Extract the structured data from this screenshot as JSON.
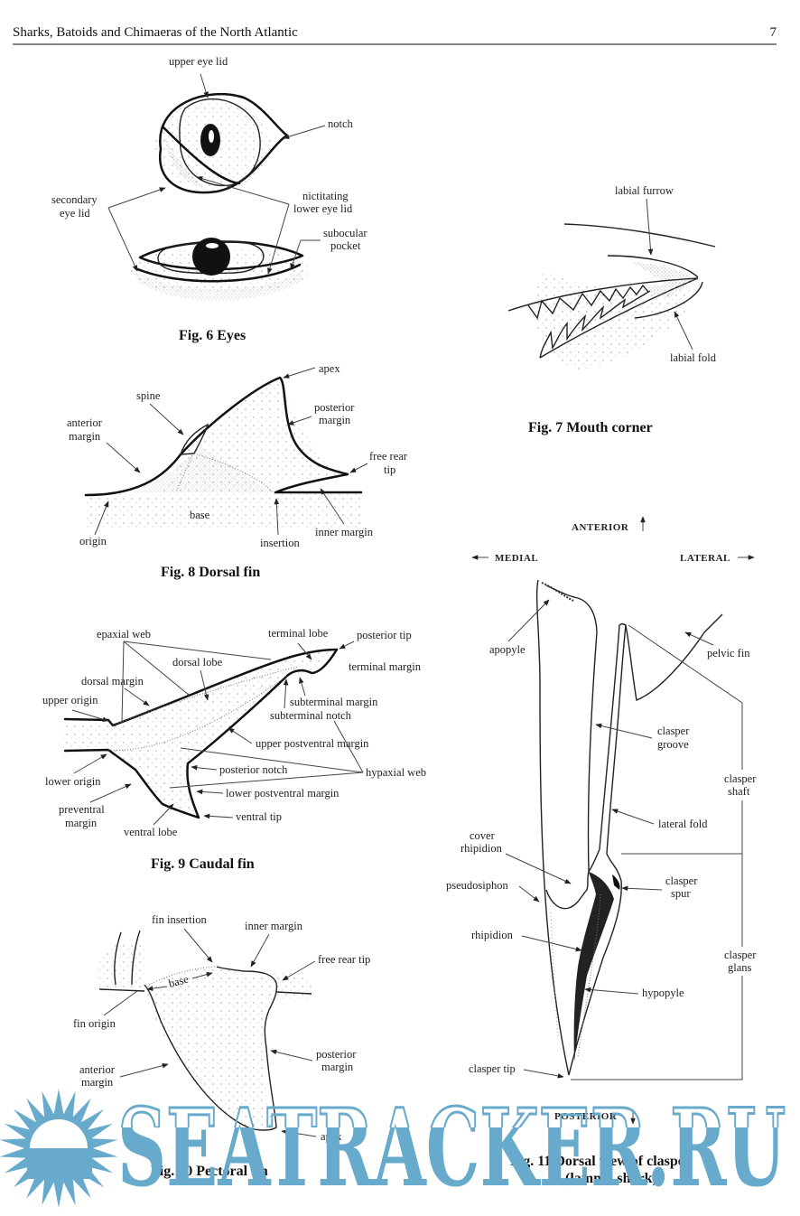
{
  "header": {
    "running_title": "Sharks, Batoids and Chimaeras of the North Atlantic",
    "page_number": "7"
  },
  "fig6": {
    "caption": "Fig. 6 Eyes",
    "labels": {
      "upper_eye_lid": "upper eye lid",
      "notch": "notch",
      "secondary_eye_lid_1": "secondary",
      "secondary_eye_lid_2": "eye lid",
      "nictitating_1": "nictitating",
      "nictitating_2": "lower eye lid",
      "subocular_1": "subocular",
      "subocular_2": "pocket"
    }
  },
  "fig7": {
    "caption": "Fig. 7 Mouth corner",
    "labels": {
      "labial_furrow": "labial furrow",
      "labial_fold": "labial fold"
    }
  },
  "fig8": {
    "caption": "Fig. 8 Dorsal fin",
    "labels": {
      "apex": "apex",
      "spine": "spine",
      "posterior_margin_1": "posterior",
      "posterior_margin_2": "margin",
      "anterior_margin_1": "anterior",
      "anterior_margin_2": "margin",
      "free_rear_tip_1": "free rear",
      "free_rear_tip_2": "tip",
      "base": "base",
      "origin": "origin",
      "insertion": "insertion",
      "inner_margin": "inner margin"
    }
  },
  "fig9": {
    "caption": "Fig. 9 Caudal fin",
    "labels": {
      "epaxial_web": "epaxial web",
      "terminal_lobe": "terminal lobe",
      "posterior_tip": "posterior tip",
      "dorsal_lobe": "dorsal lobe",
      "terminal_margin": "terminal margin",
      "dorsal_margin": "dorsal margin",
      "upper_origin": "upper origin",
      "subterminal_margin": "subterminal margin",
      "subterminal_notch": "subterminal notch",
      "upper_postventral_margin": "upper postventral margin",
      "lower_origin": "lower origin",
      "posterior_notch": "posterior notch",
      "hypaxial_web": "hypaxial web",
      "preventral_margin_1": "preventral",
      "preventral_margin_2": "margin",
      "lower_postventral_margin": "lower postventral margin",
      "ventral_tip": "ventral tip",
      "ventral_lobe": "ventral lobe"
    }
  },
  "fig10": {
    "caption": "Fig. 10 Pectoral fin",
    "labels": {
      "fin_insertion": "fin insertion",
      "inner_margin": "inner margin",
      "free_rear_tip": "free rear tip",
      "base": "base",
      "fin_origin": "fin origin",
      "posterior_margin_1": "posterior",
      "posterior_margin_2": "margin",
      "anterior_margin_1": "anterior",
      "anterior_margin_2": "margin",
      "apex": "apex"
    }
  },
  "fig11": {
    "caption_1": "Fig. 11 Dorsal view of clasper",
    "caption_2": "(lamnid shark)",
    "directions": {
      "anterior": "ANTERIOR",
      "medial": "MEDIAL",
      "lateral": "LATERAL",
      "posterior": "POSTERIOR"
    },
    "labels": {
      "apopyle": "apopyle",
      "pelvic_fin": "pelvic fin",
      "clasper_groove_1": "clasper",
      "clasper_groove_2": "groove",
      "clasper_shaft_1": "clasper",
      "clasper_shaft_2": "shaft",
      "lateral_fold": "lateral fold",
      "cover_rhipidion_1": "cover",
      "cover_rhipidion_2": "rhipidion",
      "pseudosiphon": "pseudosiphon",
      "clasper_spur_1": "clasper",
      "clasper_spur_2": "spur",
      "rhipidion": "rhipidion",
      "clasper_glans_1": "clasper",
      "clasper_glans_2": "glans",
      "hypopyle": "hypopyle",
      "clasper_tip": "clasper tip"
    }
  },
  "watermark": {
    "text": "SEATRACKER.RU",
    "color": "#67aacb"
  }
}
